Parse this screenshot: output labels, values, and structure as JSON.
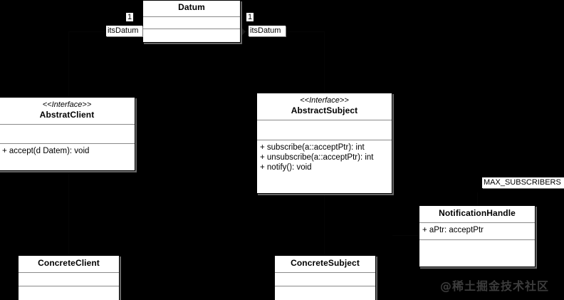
{
  "diagram": {
    "title": "Observer pattern UML class diagram",
    "background_color": "#000000",
    "box_fill_color": "#ffffff",
    "box_border_color": "#000000",
    "watermark": "@稀土掘金技术社区"
  },
  "classes": {
    "datum": {
      "name": "Datum",
      "stereotype": "",
      "attributes": [],
      "operations": []
    },
    "abstract_client": {
      "name": "AbstratClient",
      "stereotype": "<<Interface>>",
      "attributes": [],
      "operations": [
        "+ accept(d Datem): void"
      ]
    },
    "abstract_subject": {
      "name": "AbstractSubject",
      "stereotype": "<<Interface>>",
      "attributes": [],
      "operations": [
        "+ subscribe(a::acceptPtr): int",
        "+ unsubscribe(a::acceptPtr): int",
        "+ notify(): void"
      ]
    },
    "notification_handle": {
      "name": "NotificationHandle",
      "stereotype": "",
      "attributes": [
        "+ aPtr: acceptPtr"
      ],
      "operations": []
    },
    "concrete_client": {
      "name": "ConcreteClient",
      "stereotype": "",
      "attributes": [],
      "operations": []
    },
    "concrete_subject": {
      "name": "ConcreteSubject",
      "stereotype": "",
      "attributes": [],
      "operations": []
    }
  },
  "edge_labels": {
    "its_datum_left": "itsDatum",
    "its_datum_right": "itsDatum",
    "multiplicity_left": "1",
    "multiplicity_right": "1",
    "max_subscribers": "MAX_SUBSCRIBERS"
  }
}
